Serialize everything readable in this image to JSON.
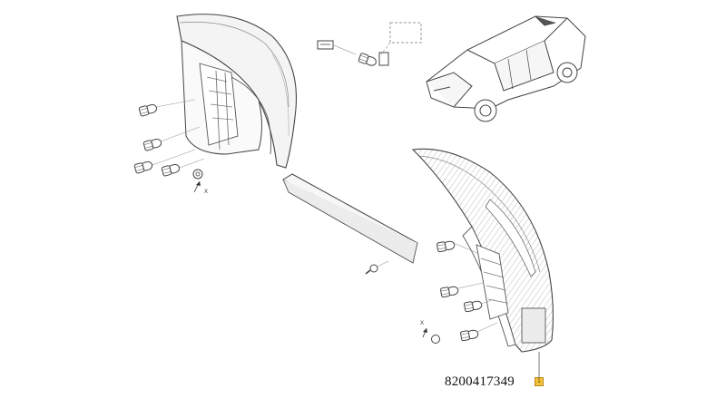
{
  "diagram": {
    "part_number": "8200417349",
    "callout_label": "1",
    "left_axis_label": "X",
    "right_axis_label": "X",
    "colors": {
      "line": "#444444",
      "light_line": "#9a9a9a",
      "callout_fill": "#f2c23a",
      "dashed_box": "#9a9a9a"
    }
  }
}
